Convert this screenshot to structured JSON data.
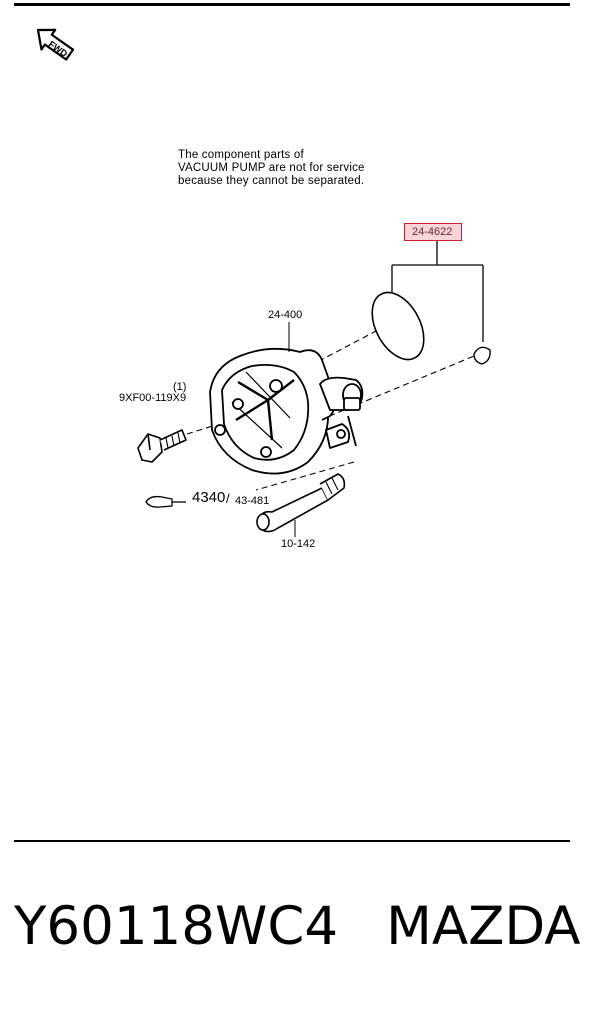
{
  "note": {
    "lines": [
      "The component parts of",
      "VACUUM PUMP are not for service",
      "because they cannot be separated."
    ]
  },
  "fwd_label": "FWD",
  "labels": {
    "gasket_kit": "24-4622",
    "pump": "24-400",
    "bolt_qty": "(1)",
    "bolt": "9XF00-119X9",
    "grease_code": "4340",
    "grease_sub": "43-481",
    "pin": "10-142"
  },
  "colors": {
    "highlight_fill": "#f7d6d9",
    "highlight_border": "#d21c2c"
  },
  "footer": {
    "part_number": "Y60118WC4",
    "maker": "MAZDA"
  }
}
